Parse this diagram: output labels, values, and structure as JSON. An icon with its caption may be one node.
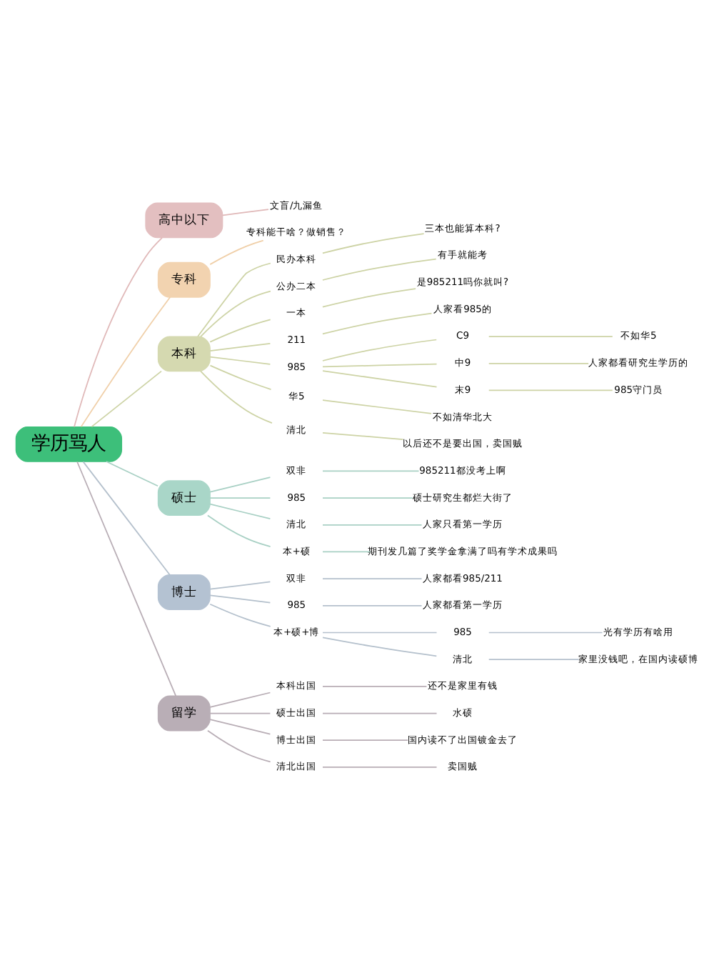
{
  "diagram": {
    "nodes": [
      {
        "text": [
          "学历骂人"
        ]
      },
      {
        "text": [
          "高中以下"
        ]
      },
      {
        "text": [
          "文盲/九漏鱼"
        ]
      },
      {
        "text": [
          "专科"
        ]
      },
      {
        "text": [
          "专科能干啥？做销售？"
        ]
      },
      {
        "text": [
          "本科"
        ]
      },
      {
        "text": [
          "民办本科"
        ]
      },
      {
        "text": [
          "三本也能算本科?"
        ]
      },
      {
        "text": [
          "公办二本"
        ]
      },
      {
        "text": [
          "有手就能考"
        ]
      },
      {
        "text": [
          "一本"
        ]
      },
      {
        "text": [
          "是985211吗你就叫?"
        ]
      },
      {
        "text": [
          "211"
        ]
      },
      {
        "text": [
          "人家看985的"
        ]
      },
      {
        "text": [
          "985"
        ]
      },
      {
        "text": [
          "C9"
        ]
      },
      {
        "text": [
          "不如华5"
        ]
      },
      {
        "text": [
          "中9"
        ]
      },
      {
        "text": [
          "人家都看研究生学历的"
        ]
      },
      {
        "text": [
          "末9"
        ]
      },
      {
        "text": [
          "985守门员"
        ]
      },
      {
        "text": [
          "华5"
        ]
      },
      {
        "text": [
          "不如清华北大"
        ]
      },
      {
        "text": [
          "清北"
        ]
      },
      {
        "text": [
          "以后还不是要出国，卖国贼"
        ]
      },
      {
        "text": [
          "硕士"
        ]
      },
      {
        "text": [
          "双非"
        ]
      },
      {
        "text": [
          "985211都没考上啊"
        ]
      },
      {
        "text": [
          "985"
        ]
      },
      {
        "text": [
          "硕士研究生都烂大街了"
        ]
      },
      {
        "text": [
          "清北"
        ]
      },
      {
        "text": [
          "人家只看第一学历"
        ]
      },
      {
        "text": [
          "本+硕"
        ]
      },
      {
        "text": [
          "期刊发几篇了奖学金拿满了吗有学术成果吗"
        ]
      },
      {
        "text": [
          "博士"
        ]
      },
      {
        "text": [
          "双非"
        ]
      },
      {
        "text": [
          "人家都看985/211"
        ]
      },
      {
        "text": [
          "985"
        ]
      },
      {
        "text": [
          "人家都看第一学历"
        ]
      },
      {
        "text": [
          "本+硕+博"
        ]
      },
      {
        "text": [
          "985"
        ]
      },
      {
        "text": [
          "光有学历有啥用"
        ]
      },
      {
        "text": [
          "清北"
        ]
      },
      {
        "text": [
          "家里没钱吧，在国内读硕博"
        ]
      },
      {
        "text": [
          "留学"
        ]
      },
      {
        "text": [
          "本科出国"
        ]
      },
      {
        "text": [
          "还不是家里有钱"
        ]
      },
      {
        "text": [
          "硕士出国"
        ]
      },
      {
        "text": [
          "水硕"
        ]
      },
      {
        "text": [
          "博士出国"
        ]
      },
      {
        "text": [
          "国内读不了出国镀金去了"
        ]
      },
      {
        "text": [
          "清北出国"
        ]
      },
      {
        "text": [
          "卖国贼"
        ]
      }
    ],
    "edges": [
      {
        "from": 0,
        "to": 1,
        "arrow": "none",
        "color": "#e0b8b8"
      },
      {
        "from": 1,
        "to": 2,
        "arrow": "none",
        "color": "#e0b8b8"
      },
      {
        "from": 0,
        "to": 3,
        "arrow": "none",
        "color": "#f0cfa8"
      },
      {
        "from": 3,
        "to": 4,
        "arrow": "none",
        "color": "#f0cfa8"
      },
      {
        "from": 0,
        "to": 5,
        "arrow": "none",
        "color": "#cdd3a5"
      },
      {
        "from": 5,
        "to": 6,
        "arrow": "none",
        "color": "#cdd3a5"
      },
      {
        "from": 6,
        "to": 7,
        "arrow": "none",
        "color": "#cdd3a5"
      },
      {
        "from": 5,
        "to": 8,
        "arrow": "none",
        "color": "#cdd3a5"
      },
      {
        "from": 8,
        "to": 9,
        "arrow": "none",
        "color": "#cdd3a5"
      },
      {
        "from": 5,
        "to": 10,
        "arrow": "none",
        "color": "#cdd3a5"
      },
      {
        "from": 10,
        "to": 11,
        "arrow": "none",
        "color": "#cdd3a5"
      },
      {
        "from": 5,
        "to": 12,
        "arrow": "none",
        "color": "#cdd3a5"
      },
      {
        "from": 12,
        "to": 13,
        "arrow": "none",
        "color": "#cdd3a5"
      },
      {
        "from": 5,
        "to": 14,
        "arrow": "none",
        "color": "#cdd3a5"
      },
      {
        "from": 14,
        "to": 15,
        "arrow": "none",
        "color": "#cdd3a5"
      },
      {
        "from": 15,
        "to": 16,
        "arrow": "none",
        "color": "#cdd3a5"
      },
      {
        "from": 14,
        "to": 17,
        "arrow": "none",
        "color": "#cdd3a5"
      },
      {
        "from": 17,
        "to": 18,
        "arrow": "none",
        "color": "#cdd3a5"
      },
      {
        "from": 14,
        "to": 19,
        "arrow": "none",
        "color": "#cdd3a5"
      },
      {
        "from": 19,
        "to": 20,
        "arrow": "none",
        "color": "#cdd3a5"
      },
      {
        "from": 5,
        "to": 21,
        "arrow": "none",
        "color": "#cdd3a5"
      },
      {
        "from": 21,
        "to": 22,
        "arrow": "none",
        "color": "#cdd3a5"
      },
      {
        "from": 5,
        "to": 23,
        "arrow": "none",
        "color": "#cdd3a5"
      },
      {
        "from": 23,
        "to": 24,
        "arrow": "none",
        "color": "#cdd3a5"
      },
      {
        "from": 0,
        "to": 25,
        "arrow": "none",
        "color": "#a8d0c4"
      },
      {
        "from": 25,
        "to": 26,
        "arrow": "none",
        "color": "#a8d0c4"
      },
      {
        "from": 26,
        "to": 27,
        "arrow": "none",
        "color": "#a8d0c4"
      },
      {
        "from": 25,
        "to": 28,
        "arrow": "none",
        "color": "#a8d0c4"
      },
      {
        "from": 28,
        "to": 29,
        "arrow": "none",
        "color": "#a8d0c4"
      },
      {
        "from": 25,
        "to": 30,
        "arrow": "none",
        "color": "#a8d0c4"
      },
      {
        "from": 30,
        "to": 31,
        "arrow": "none",
        "color": "#a8d0c4"
      },
      {
        "from": 25,
        "to": 32,
        "arrow": "none",
        "color": "#a8d0c4"
      },
      {
        "from": 32,
        "to": 33,
        "arrow": "none",
        "color": "#a8d0c4"
      },
      {
        "from": 0,
        "to": 34,
        "arrow": "none",
        "color": "#b4c0cc"
      },
      {
        "from": 34,
        "to": 35,
        "arrow": "none",
        "color": "#b4c0cc"
      },
      {
        "from": 35,
        "to": 36,
        "arrow": "none",
        "color": "#b4c0cc"
      },
      {
        "from": 34,
        "to": 37,
        "arrow": "none",
        "color": "#b4c0cc"
      },
      {
        "from": 37,
        "to": 38,
        "arrow": "none",
        "color": "#b4c0cc"
      },
      {
        "from": 34,
        "to": 39,
        "arrow": "none",
        "color": "#b4c0cc"
      },
      {
        "from": 39,
        "to": 40,
        "arrow": "none",
        "color": "#b4c0cc"
      },
      {
        "from": 40,
        "to": 41,
        "arrow": "none",
        "color": "#b4c0cc"
      },
      {
        "from": 39,
        "to": 42,
        "arrow": "none",
        "color": "#b4c0cc"
      },
      {
        "from": 42,
        "to": 43,
        "arrow": "none",
        "color": "#b4c0cc"
      },
      {
        "from": 0,
        "to": 44,
        "arrow": "none",
        "color": "#b8adb5"
      },
      {
        "from": 44,
        "to": 45,
        "arrow": "none",
        "color": "#b8adb5"
      },
      {
        "from": 45,
        "to": 46,
        "arrow": "none",
        "color": "#b8adb5"
      },
      {
        "from": 44,
        "to": 47,
        "arrow": "none",
        "color": "#b8adb5"
      },
      {
        "from": 47,
        "to": 48,
        "arrow": "none",
        "color": "#b8adb5"
      },
      {
        "from": 44,
        "to": 49,
        "arrow": "none",
        "color": "#b8adb5"
      },
      {
        "from": 49,
        "to": 50,
        "arrow": "none",
        "color": "#b8adb5"
      },
      {
        "from": 44,
        "to": 51,
        "arrow": "none",
        "color": "#b8adb5"
      },
      {
        "from": 51,
        "to": 52,
        "arrow": "none",
        "color": "#b8adb5"
      }
    ]
  }
}
